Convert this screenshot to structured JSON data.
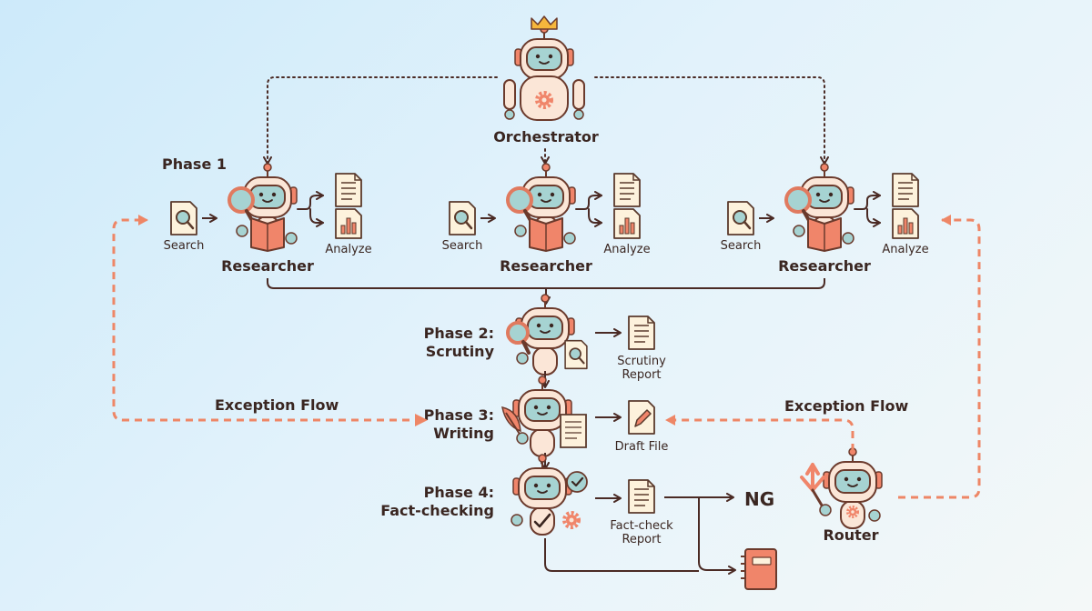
{
  "orchestrator": {
    "label": "Orchestrator"
  },
  "phase1": {
    "label": "Phase 1",
    "researchers": [
      {
        "label": "Researcher",
        "search_label": "Search",
        "analyze_label": "Analyze"
      },
      {
        "label": "Researcher",
        "search_label": "Search",
        "analyze_label": "Analyze"
      },
      {
        "label": "Researcher",
        "search_label": "Search",
        "analyze_label": "Analyze"
      }
    ]
  },
  "phase2": {
    "line1": "Phase 2:",
    "line2": "Scrutiny",
    "output_line1": "Scrutiny",
    "output_line2": "Report"
  },
  "phase3": {
    "line1": "Phase 3:",
    "line2": "Writing",
    "output": "Draft File"
  },
  "phase4": {
    "line1": "Phase 4:",
    "line2": "Fact-checking",
    "output_line1": "Fact-check",
    "output_line2": "Report"
  },
  "ng_label": "NG",
  "router": {
    "label": "Router"
  },
  "exception_left": "Exception Flow",
  "exception_right": "Exception Flow",
  "colors": {
    "text": "#3a2621",
    "line": "#4a2a24",
    "dashed_accent": "#ee8666",
    "robot_body": "#fbe6d7",
    "robot_outline": "#6b3a2c",
    "robot_face": "#a6d3d2",
    "accent_orange": "#f0856a",
    "paper": "#fdf2dc"
  }
}
